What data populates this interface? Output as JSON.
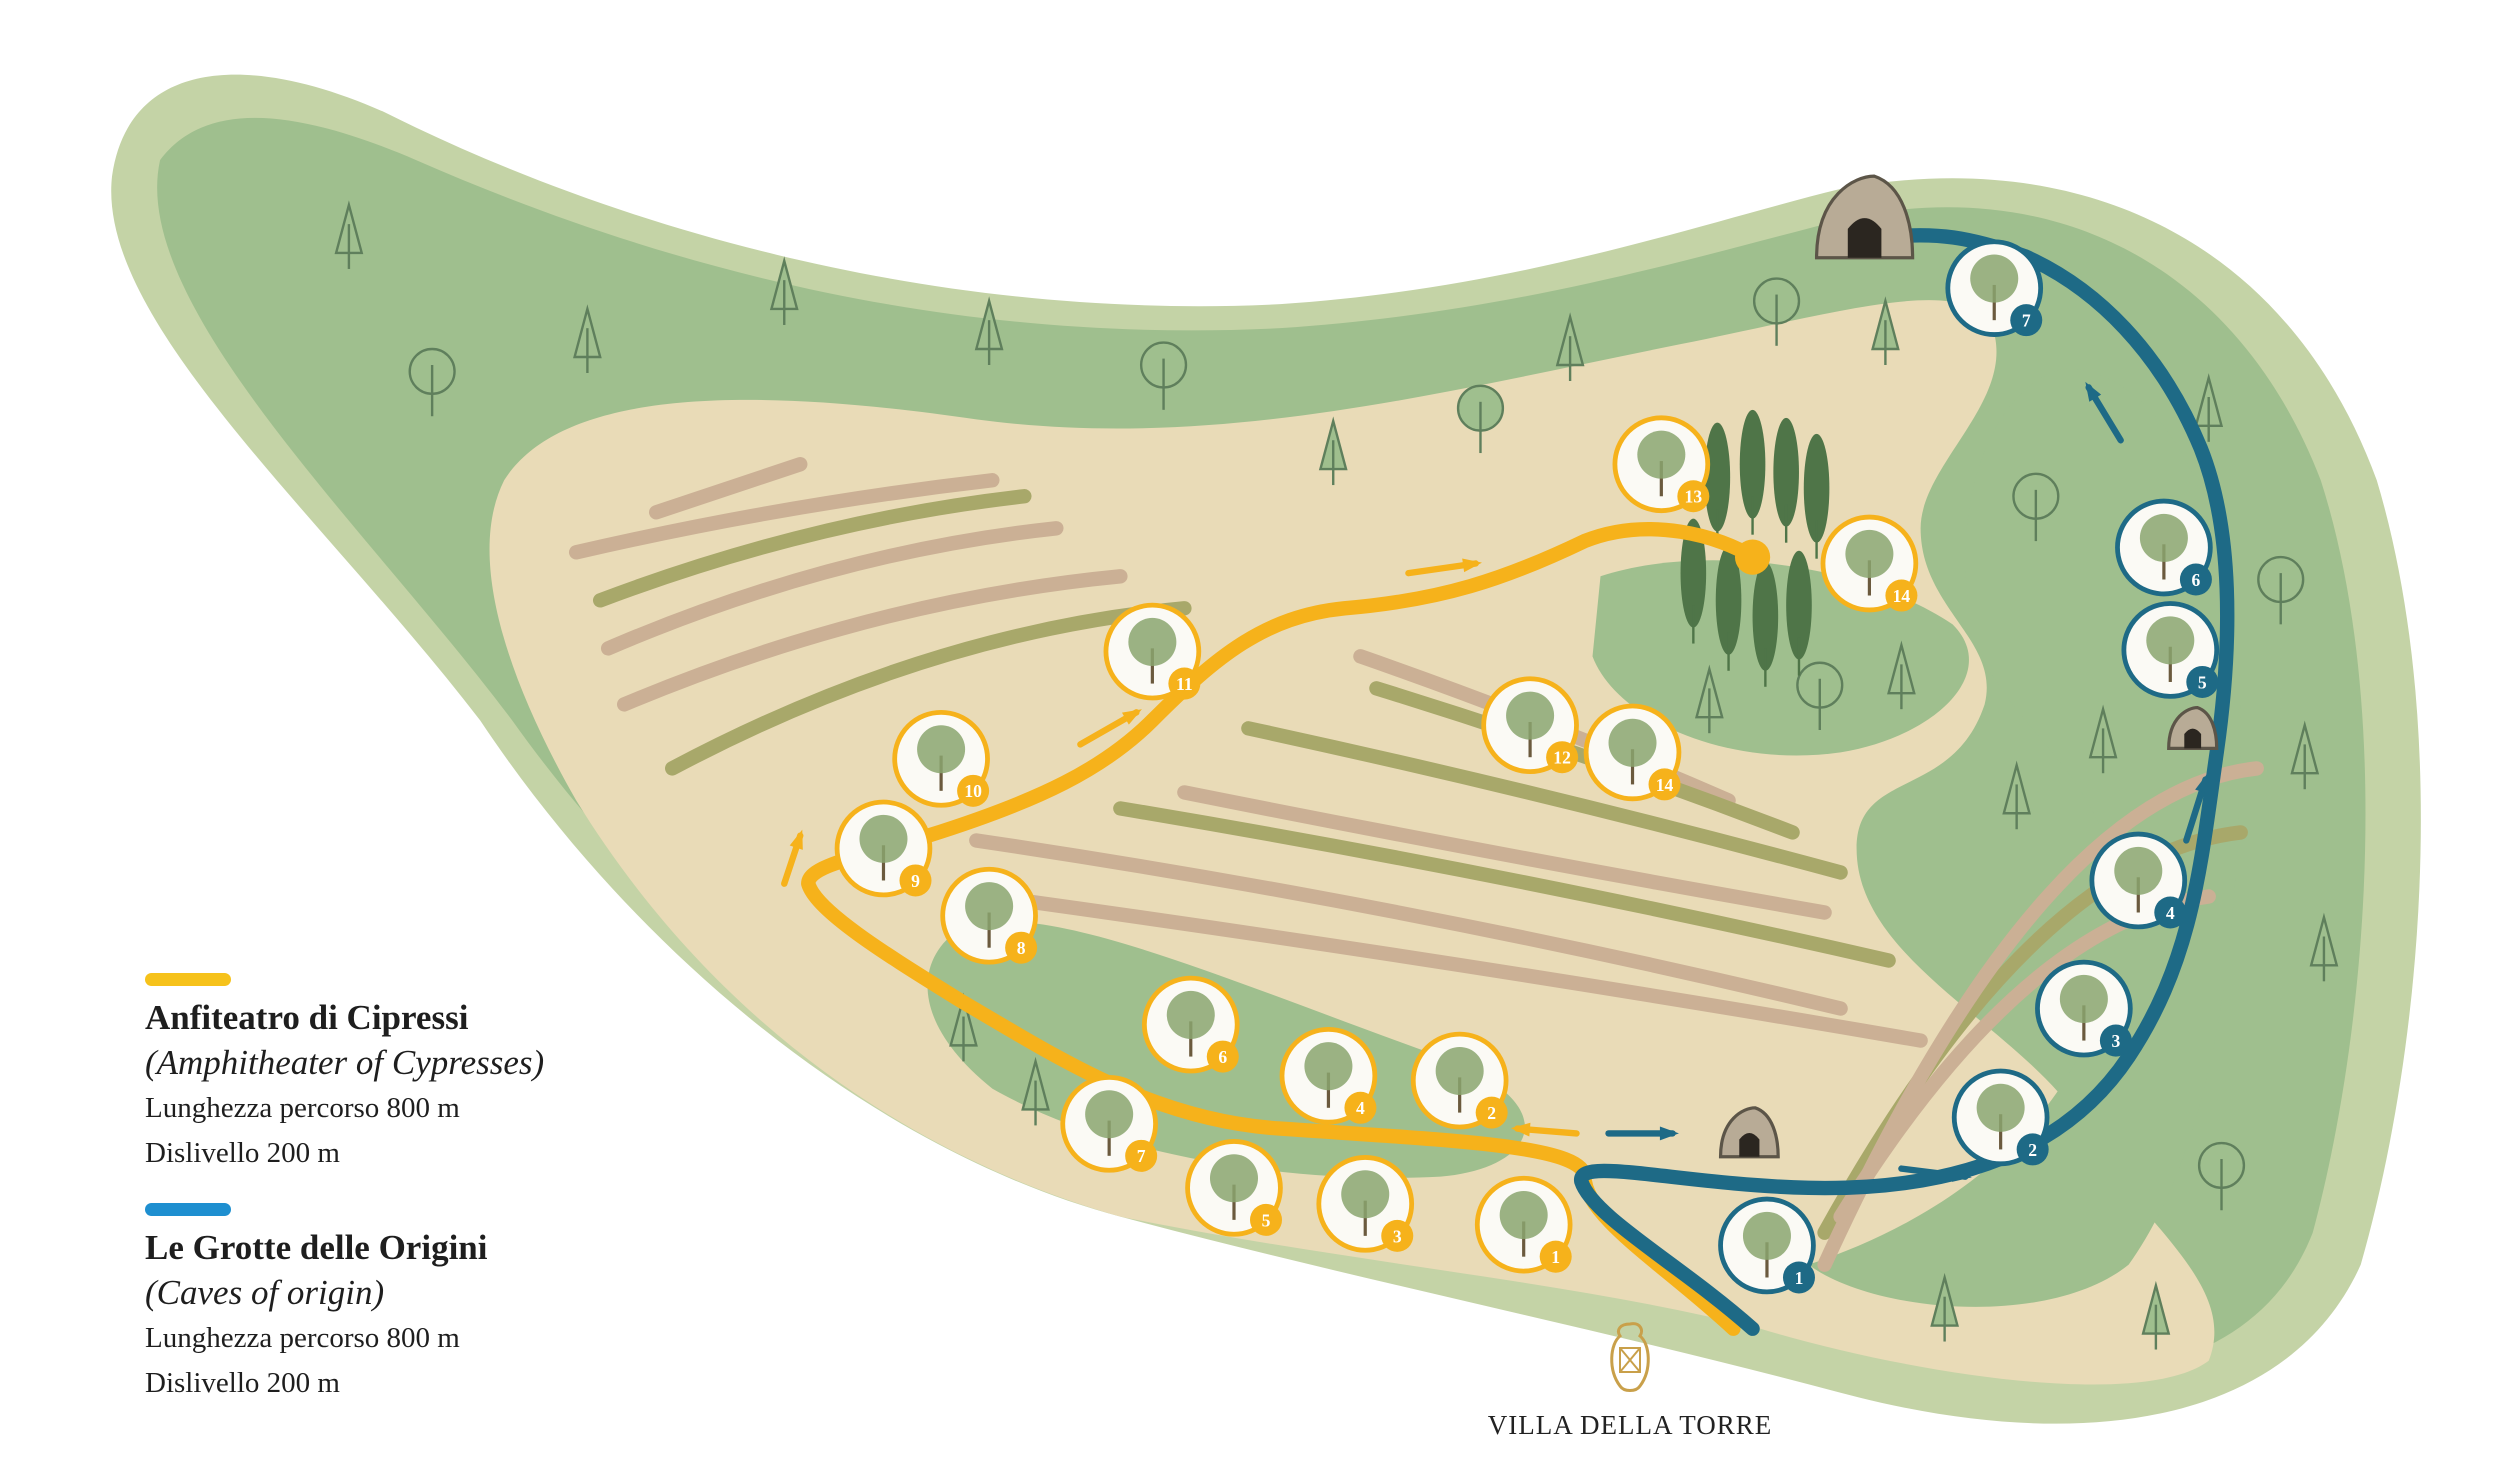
{
  "colors": {
    "outer_green": "#c4d3a6",
    "mid_green": "#9fbf8e",
    "beige": "#e9dbb7",
    "terrace_olive": "#a8a86a",
    "terrace_brown": "#cbb095",
    "route_yellow": "#f6b21b",
    "route_blue": "#1e6a86",
    "tree": "#5f7f5c"
  },
  "legend": [
    {
      "title": "Anfiteatro di Cipressi",
      "subtitle": "(Amphitheater of Cypresses)",
      "length": "Lunghezza percorso 800 m",
      "elevation": "Dislivello 200 m",
      "color": "#f6c21b"
    },
    {
      "title": "Le Grotte delle Origini",
      "subtitle": "(Caves of origin)",
      "length": "Lunghezza percorso 800 m",
      "elevation": "Dislivello 200 m",
      "color": "#1e8fd0"
    }
  ],
  "yellow_stops": [
    "1",
    "2",
    "3",
    "4",
    "5",
    "6",
    "7",
    "8",
    "9",
    "10",
    "11",
    "12",
    "14",
    "13",
    "14"
  ],
  "blue_stops": [
    "1",
    "2",
    "3",
    "4",
    "5",
    "6",
    "7"
  ],
  "brand": {
    "name": "VILLA DELLA TORRE"
  }
}
